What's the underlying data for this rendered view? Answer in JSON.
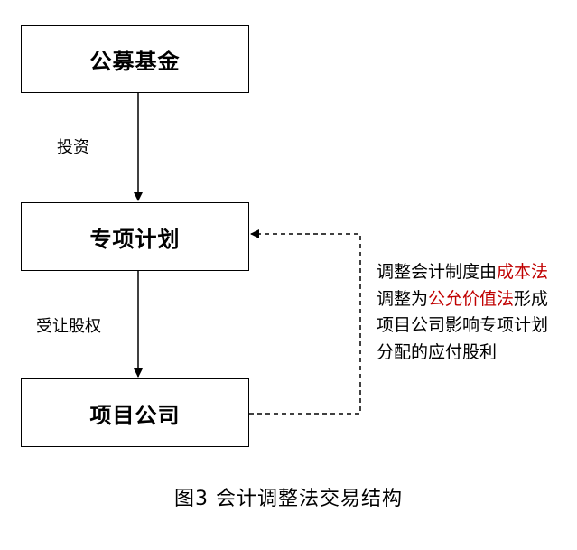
{
  "diagram": {
    "nodes": {
      "fund": "公募基金",
      "plan": "专项计划",
      "company": "项目公司"
    },
    "edges": {
      "invest": "投资",
      "transfer": "受让股权"
    },
    "note": {
      "segments": [
        {
          "text": "调整会计制度由",
          "highlight": false
        },
        {
          "text": "成本法",
          "highlight": true
        },
        {
          "text": "调整为",
          "highlight": false
        },
        {
          "text": "公允价值法",
          "highlight": true
        },
        {
          "text": "形成项目公司影响专项计划分配的应付股利",
          "highlight": false
        }
      ],
      "highlight_color": "#c00000"
    },
    "caption": "图3 会计调整法交易结构"
  }
}
